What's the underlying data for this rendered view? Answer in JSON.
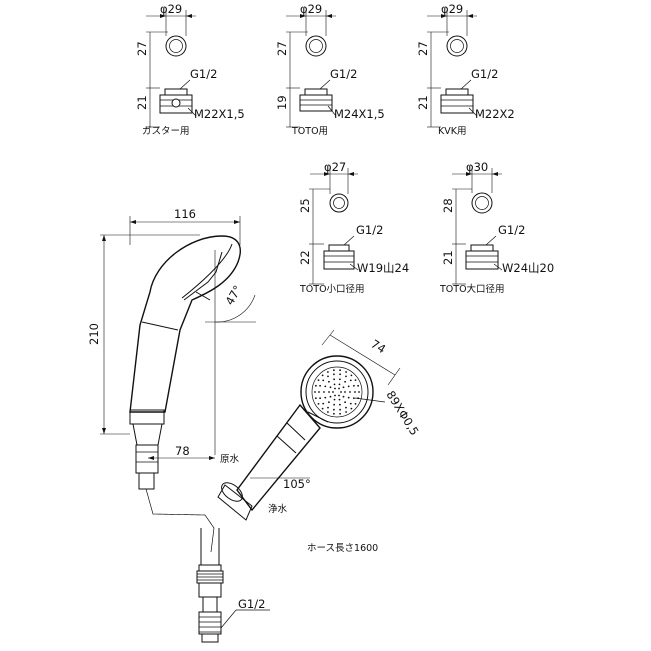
{
  "adapters": [
    {
      "id": "gas",
      "diameter": "φ29",
      "height_top": "27",
      "height_bottom": "21",
      "thread_g": "G1/2",
      "thread_m": "M22X1,5",
      "caption": "ガスター用"
    },
    {
      "id": "toto",
      "diameter": "φ29",
      "height_top": "27",
      "height_bottom": "19",
      "thread_g": "G1/2",
      "thread_m": "M24X1,5",
      "caption": "TOTO用"
    },
    {
      "id": "kvk",
      "diameter": "φ29",
      "height_top": "27",
      "height_bottom": "21",
      "thread_g": "G1/2",
      "thread_m": "M22X2",
      "caption": "KVK用"
    },
    {
      "id": "toto-small",
      "diameter": "φ27",
      "height_top": "25",
      "height_bottom": "22",
      "thread_g": "G1/2",
      "thread_m": "W19山24",
      "caption": "TOTO小口径用"
    },
    {
      "id": "toto-large",
      "diameter": "φ30",
      "height_top": "28",
      "height_bottom": "21",
      "thread_g": "G1/2",
      "thread_m": "W24山20",
      "caption": "TOTO大口径用"
    }
  ],
  "shower_head": {
    "width": "116",
    "height": "210",
    "angle": "47°",
    "offset": "78",
    "raw_water": "原水",
    "face_width": "74",
    "holes": "89XΦ0,5",
    "tilt_angle": "105°",
    "clean_water": "浄水"
  },
  "hose": {
    "length_label": "ホース長さ1600",
    "fitting_thread": "G1/2"
  }
}
